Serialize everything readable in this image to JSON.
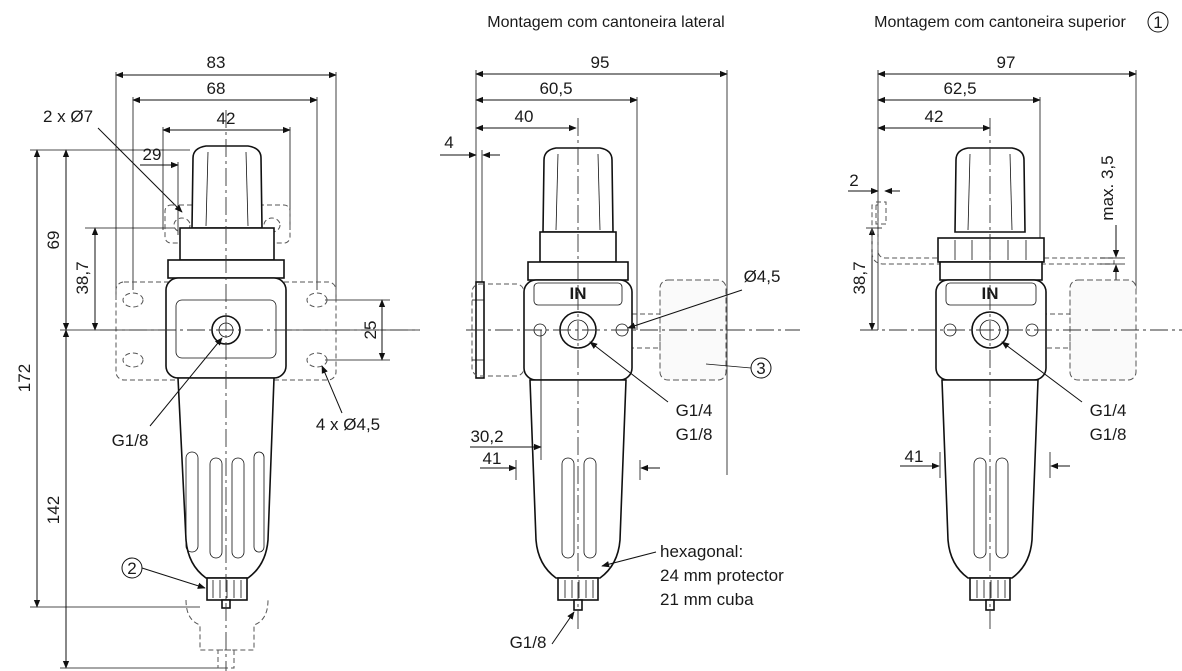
{
  "views": {
    "left": {
      "dims": {
        "w83": "83",
        "w68": "68",
        "w42": "42",
        "w29": "29",
        "holes_top": "2 x Ø7",
        "h69": "69",
        "h38_7": "38,7",
        "h172": "172",
        "h142": "142",
        "h25": "25",
        "holes_bottom": "4 x Ø4,5",
        "port": "G1/8",
        "callout2": "2"
      }
    },
    "middle": {
      "title": "Montagem com cantoneira lateral",
      "dims": {
        "w95": "95",
        "w60_5": "60,5",
        "w40": "40",
        "w4": "4",
        "hole": "Ø4,5",
        "callout3": "3",
        "port_a": "G1/4",
        "port_b": "G1/8",
        "w30_2": "30,2",
        "w41": "41",
        "hex_1": "hexagonal:",
        "hex_2": "24 mm protector",
        "hex_3": "21 mm cuba",
        "drain": "G1/8",
        "inlet": "IN"
      }
    },
    "right": {
      "title": "Montagem com cantoneira superior",
      "callout1": "1",
      "dims": {
        "w97": "97",
        "w62_5": "62,5",
        "w42": "42",
        "w2": "2",
        "max": "max. 3,5",
        "h38_7": "38,7",
        "port_a": "G1/4",
        "port_b": "G1/8",
        "w41": "41",
        "inlet": "IN"
      }
    }
  }
}
